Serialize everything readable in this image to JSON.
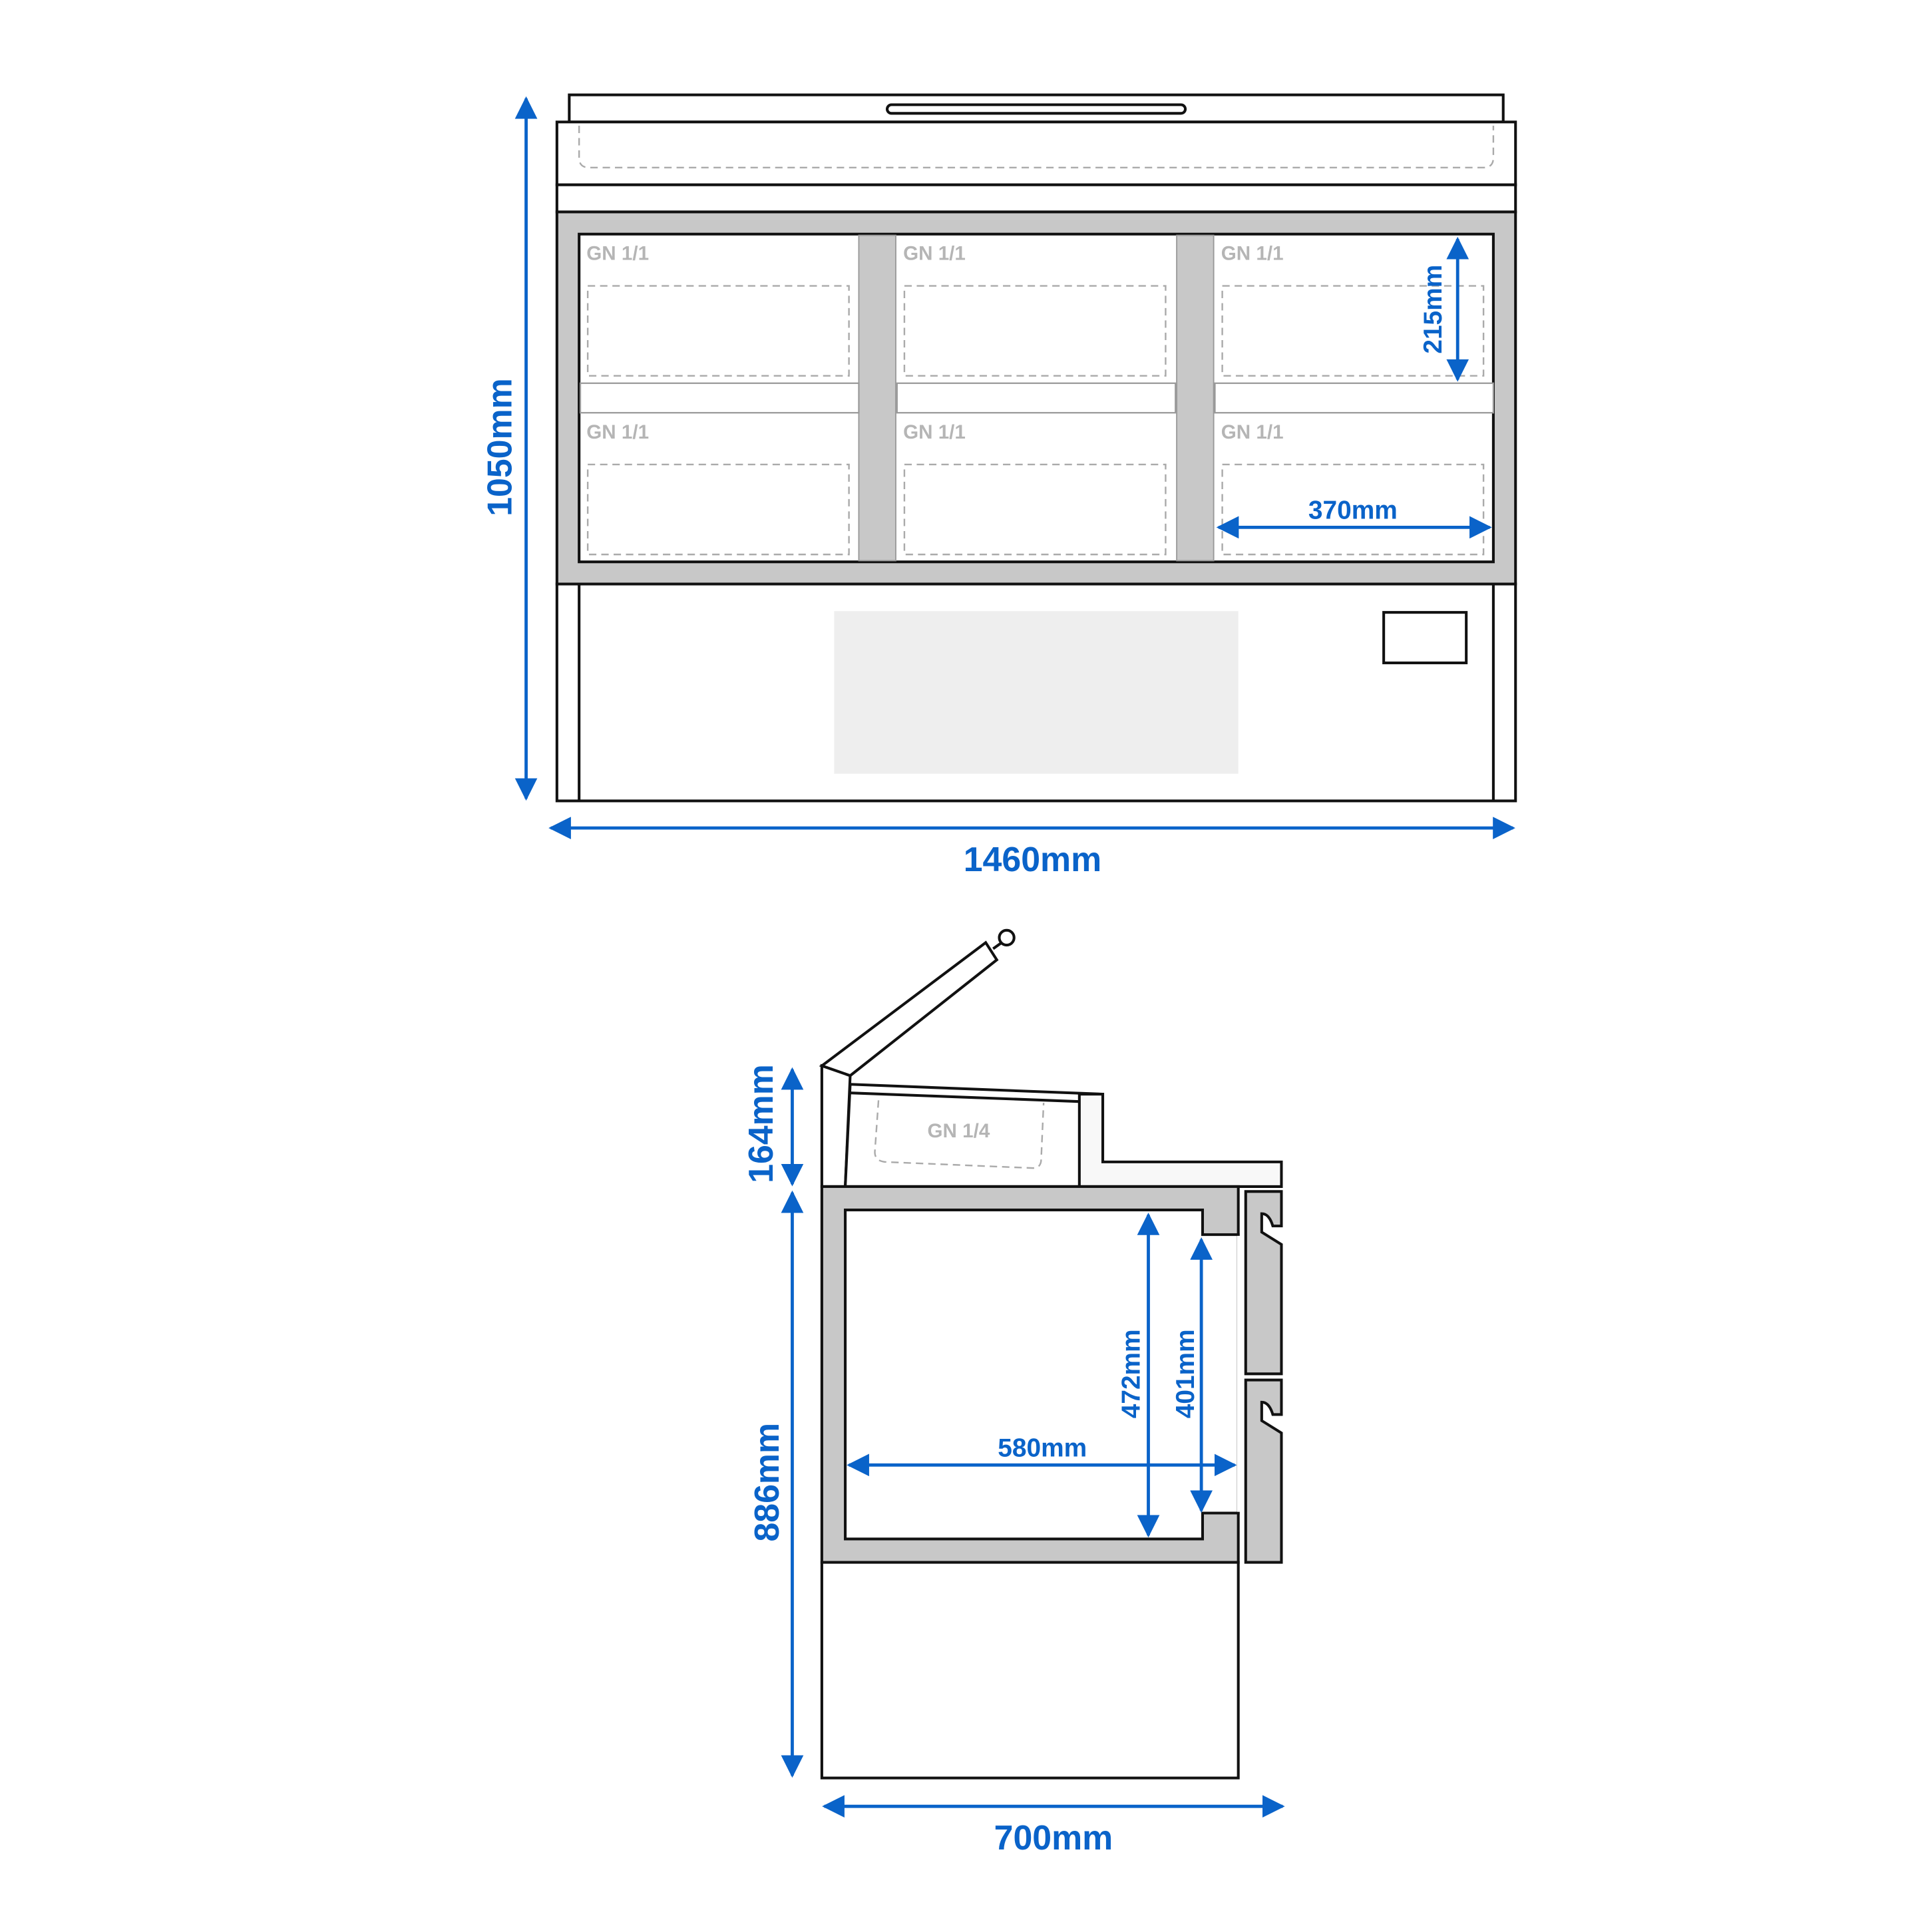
{
  "colors": {
    "dimension": "#0a63c9",
    "panel": "#c8c8c8",
    "outline": "#111111"
  },
  "front_view": {
    "pan_labels": [
      "GN 1/1",
      "GN 1/1",
      "GN 1/1",
      "GN 1/1",
      "GN 1/1",
      "GN 1/1"
    ],
    "dimensions": {
      "height": "1050mm",
      "width": "1460mm",
      "pan_depth": "215mm",
      "pan_width": "370mm"
    }
  },
  "side_view": {
    "pan_label": "GN 1/4",
    "dimensions": {
      "top_height": "164mm",
      "body_height": "886mm",
      "depth": "700mm",
      "inner_depth": "580mm",
      "inner_height": "472mm",
      "opening_height": "401mm"
    }
  }
}
